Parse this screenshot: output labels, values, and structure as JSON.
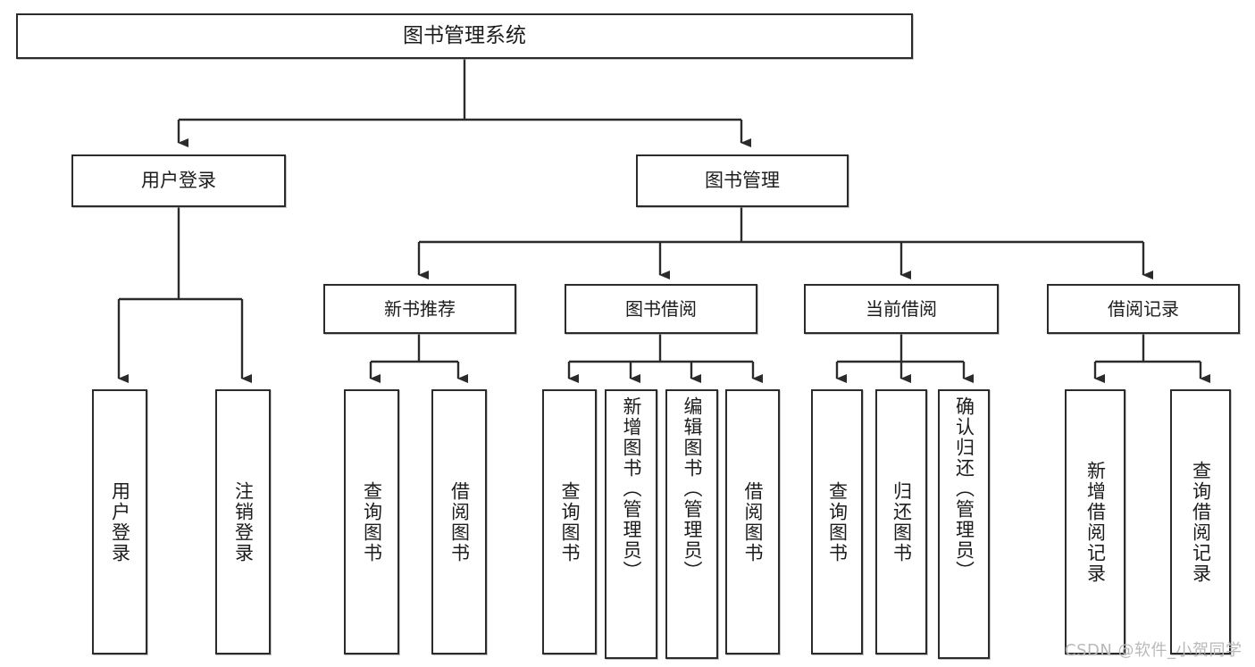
{
  "diagram": {
    "type": "tree-hierarchy",
    "title": "图书管理系统",
    "root": {
      "label": "图书管理系统"
    },
    "level1": [
      {
        "label": "用户登录"
      },
      {
        "label": "图书管理"
      }
    ],
    "level2": [
      {
        "label": "新书推荐"
      },
      {
        "label": "图书借阅"
      },
      {
        "label": "当前借阅"
      },
      {
        "label": "借阅记录"
      }
    ],
    "leaves": {
      "user_login": [
        {
          "label": "用户登录"
        },
        {
          "label": "注销登录"
        }
      ],
      "new_book_recommend": [
        {
          "label": "查询图书"
        },
        {
          "label": "借阅图书"
        }
      ],
      "book_borrow": [
        {
          "label": "查询图书"
        },
        {
          "label": "新增图书（管理员）"
        },
        {
          "label": "编辑图书（管理员）"
        },
        {
          "label": "借阅图书"
        }
      ],
      "current_borrow": [
        {
          "label": "查询图书"
        },
        {
          "label": "归还图书"
        },
        {
          "label": "确认归还（管理员）"
        }
      ],
      "borrow_record": [
        {
          "label": "新增借阅记录"
        },
        {
          "label": "查询借阅记录"
        }
      ]
    }
  },
  "watermark": {
    "text": "CSDN @软件_小贺同学"
  },
  "colors": {
    "border": "#2b2b2b",
    "background": "#ffffff",
    "text": "#1c1c1c",
    "watermark": "#b9b9b9"
  }
}
